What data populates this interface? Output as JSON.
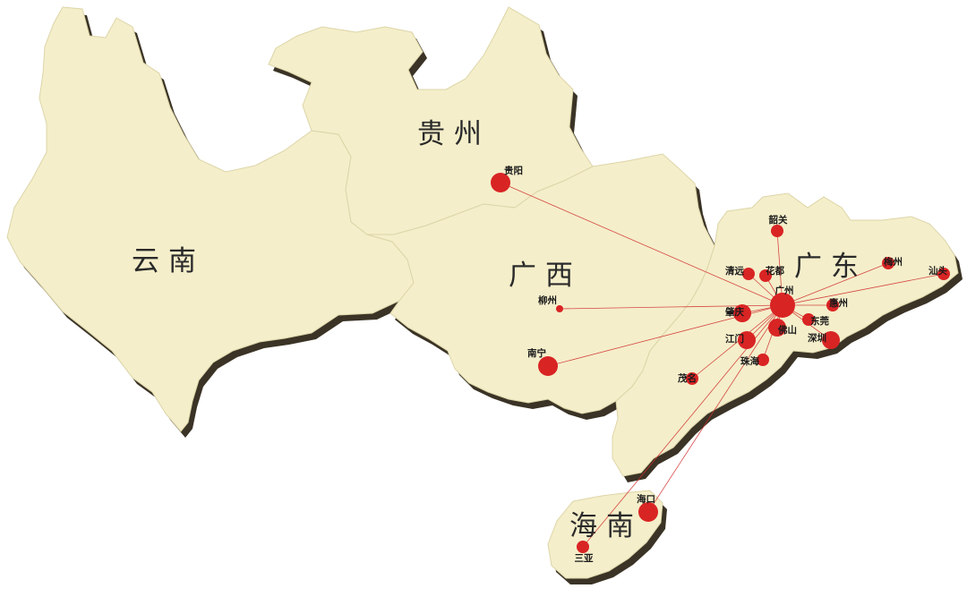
{
  "provinces": [
    {
      "id": "yunnan",
      "label": "云南"
    },
    {
      "id": "guizhou",
      "label": "贵州"
    },
    {
      "id": "guangxi",
      "label": "广西"
    },
    {
      "id": "guangdong",
      "label": "广东"
    },
    {
      "id": "hainan",
      "label": "海南"
    }
  ],
  "colors": {
    "land": "#f4eeca",
    "border": "#ddd5a8",
    "shadow": "#3a3326",
    "bubble": "#d92424",
    "flow": "#d12a2a"
  },
  "hub": "广州",
  "cities": [
    {
      "id": "guiyang",
      "label": "贵阳",
      "magnitude": "large"
    },
    {
      "id": "shaoguan",
      "label": "韶关",
      "magnitude": "small"
    },
    {
      "id": "qingyuan",
      "label": "清远",
      "magnitude": "small"
    },
    {
      "id": "huadu",
      "label": "花都",
      "magnitude": "small"
    },
    {
      "id": "guangzhou",
      "label": "广州",
      "magnitude": "largest"
    },
    {
      "id": "meizhou",
      "label": "梅州",
      "magnitude": "small"
    },
    {
      "id": "shantou",
      "label": "汕头",
      "magnitude": "small"
    },
    {
      "id": "liuzhou",
      "label": "柳州",
      "magnitude": "tiny"
    },
    {
      "id": "zhaoqing",
      "label": "肇庆",
      "magnitude": "medium"
    },
    {
      "id": "huizhou",
      "label": "惠州",
      "magnitude": "small"
    },
    {
      "id": "dongguan",
      "label": "东莞",
      "magnitude": "small"
    },
    {
      "id": "foshan",
      "label": "佛山",
      "magnitude": "medium"
    },
    {
      "id": "jiangmen",
      "label": "江门",
      "magnitude": "medium"
    },
    {
      "id": "shenzhen",
      "label": "深圳",
      "magnitude": "medium"
    },
    {
      "id": "nanning",
      "label": "南宁",
      "magnitude": "large"
    },
    {
      "id": "zhuhai",
      "label": "珠海",
      "magnitude": "small"
    },
    {
      "id": "maoming",
      "label": "茂名",
      "magnitude": "small"
    },
    {
      "id": "haikou",
      "label": "海口",
      "magnitude": "large"
    },
    {
      "id": "sanya",
      "label": "三亚",
      "magnitude": "small"
    }
  ],
  "flows": [
    {
      "from": "guangzhou",
      "to": "guiyang"
    },
    {
      "from": "guangzhou",
      "to": "liuzhou"
    },
    {
      "from": "guangzhou",
      "to": "nanning"
    },
    {
      "from": "guangzhou",
      "to": "shaoguan"
    },
    {
      "from": "guangzhou",
      "to": "qingyuan"
    },
    {
      "from": "guangzhou",
      "to": "huadu"
    },
    {
      "from": "guangzhou",
      "to": "meizhou"
    },
    {
      "from": "guangzhou",
      "to": "shantou"
    },
    {
      "from": "guangzhou",
      "to": "zhaoqing"
    },
    {
      "from": "guangzhou",
      "to": "huizhou"
    },
    {
      "from": "guangzhou",
      "to": "dongguan"
    },
    {
      "from": "guangzhou",
      "to": "foshan"
    },
    {
      "from": "guangzhou",
      "to": "jiangmen"
    },
    {
      "from": "guangzhou",
      "to": "shenzhen"
    },
    {
      "from": "guangzhou",
      "to": "zhuhai"
    },
    {
      "from": "guangzhou",
      "to": "maoming"
    },
    {
      "from": "guangzhou",
      "to": "haikou"
    },
    {
      "from": "guangzhou",
      "to": "sanya"
    }
  ]
}
